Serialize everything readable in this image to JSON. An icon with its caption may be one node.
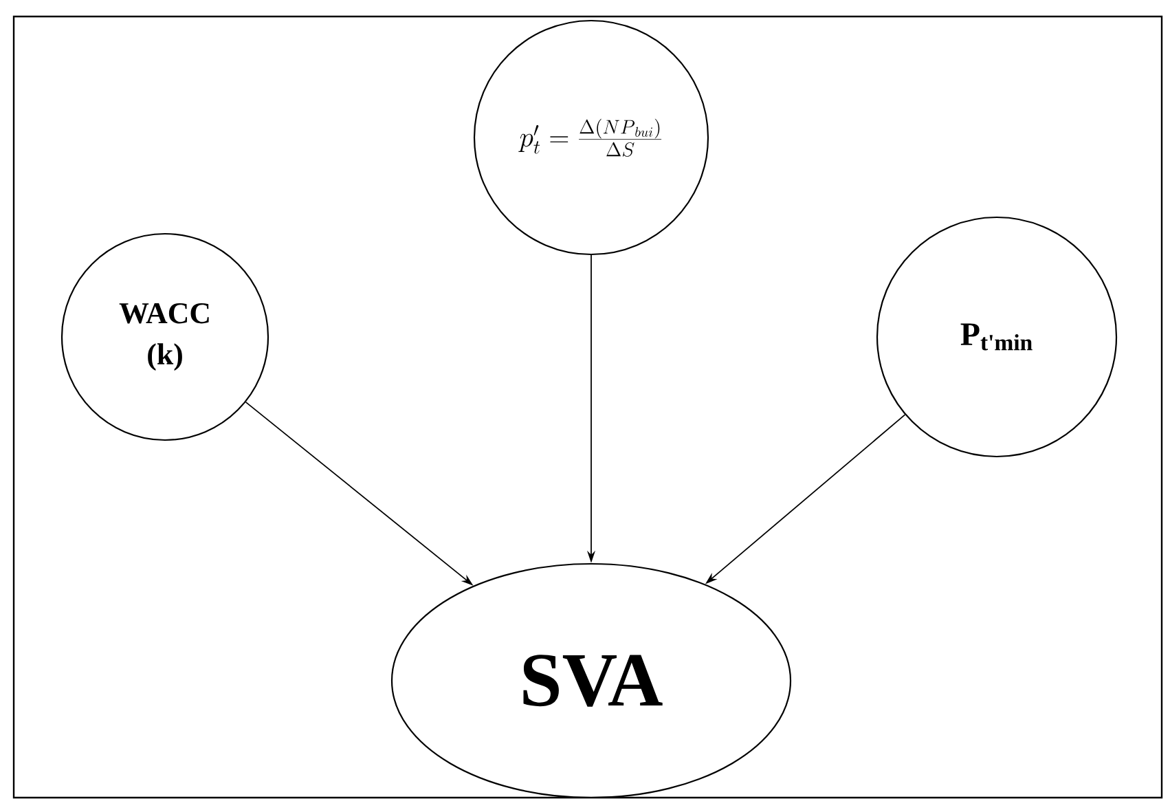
{
  "diagram": {
    "nodes": [
      {
        "text": [
          "p'_{t} = \\frac{\\Delta(NP_{\\,bui})}{\\Delta S}"
        ]
      },
      {
        "text": [
          "WACC (k)"
        ]
      },
      {
        "text": [
          "P$_{t'min}$"
        ]
      },
      {
        "text": [
          "SVA"
        ]
      }
    ],
    "edges": [
      {
        "from": 1,
        "to": 3,
        "arrow": "to"
      },
      {
        "from": 0,
        "to": 3,
        "arrow": "to"
      },
      {
        "from": 2,
        "to": 3,
        "arrow": "to"
      }
    ]
  }
}
